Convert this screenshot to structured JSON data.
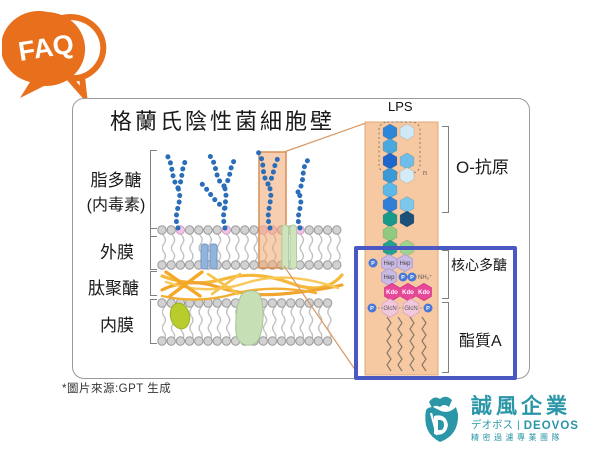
{
  "faq_badge": {
    "label": "FAQ",
    "color": "#e8701d"
  },
  "panel": {
    "title": "格蘭氏陰性菌細胞壁",
    "labels": {
      "lipopolysaccharide": "脂多醣",
      "endotoxin": "(内毒素)",
      "outer_membrane": "外膜",
      "peptidoglycan": "肽聚醣",
      "inner_membrane": "内膜"
    },
    "footnote": "*圖片來源:GPT 生成"
  },
  "lps": {
    "title": "LPS",
    "labels": {
      "o_antigen": "O-抗原",
      "core_polysaccharide": "核心多醣",
      "lipid_a": "酯質A"
    },
    "repeat_subscript": "n",
    "panel_color": "#f6c9a2",
    "highlight_box_color": "#4a58c4",
    "o_antigen_rows": [
      [
        "#2e86d8",
        "#cfe9f8"
      ],
      [
        "#49a8dd"
      ],
      [
        "#1f66cc",
        "#6fbde8"
      ],
      [
        "#3a9ad8",
        "#d4ecf8"
      ],
      [
        "#5cb8e8"
      ],
      [
        "#2f7fd8",
        "#7cc8ec"
      ],
      [
        "#18998a",
        "#1b5078"
      ],
      [
        "#8fca7e"
      ],
      [
        "#22a090",
        "#9ed58e"
      ]
    ],
    "core_rows": [
      [
        {
          "t": "P",
          "k": "p"
        },
        {
          "t": "Hep",
          "k": "hep"
        },
        {
          "t": "Hep",
          "k": "hep"
        }
      ],
      [
        {
          "t": "Hep",
          "k": "hep"
        },
        {
          "t": "P",
          "k": "p"
        },
        {
          "t": "P",
          "k": "p"
        },
        {
          "t": "NH₃⁺",
          "k": "txt"
        }
      ],
      [
        {
          "t": "Kdo",
          "k": "kdo"
        },
        {
          "t": "Kdo",
          "k": "kdo"
        },
        {
          "t": "Kdo",
          "k": "kdo"
        }
      ],
      [
        {
          "t": "P",
          "k": "p"
        },
        {
          "t": "GlcN",
          "k": "glcn"
        },
        {
          "t": "GlcN",
          "k": "glcn"
        },
        {
          "t": "P",
          "k": "p"
        }
      ]
    ]
  },
  "logo": {
    "company": "誠風企業",
    "katakana": "デオボス",
    "separator": "|",
    "brand": "DEOVOS",
    "tagline": "精密過濾專業團隊",
    "color": "#2a96a8"
  }
}
